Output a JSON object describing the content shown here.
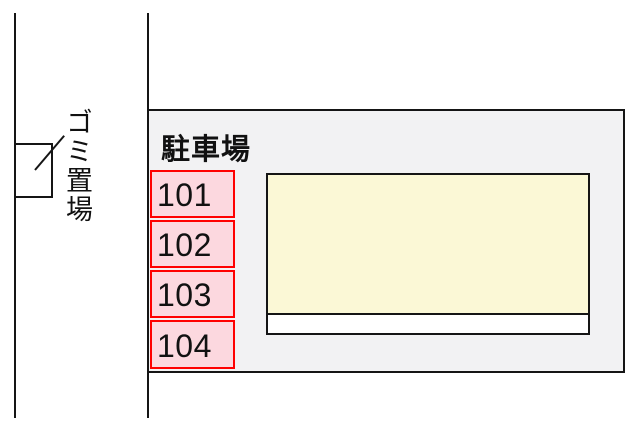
{
  "diagram": {
    "type": "site-plan",
    "background": "#ffffff",
    "line_color": "#151515",
    "garbage": {
      "label": "ゴミ置場"
    },
    "parking": {
      "label": "駐車場",
      "fill": "#f2f2f3",
      "space_fill": "#fcd8df",
      "space_border": "#ff0000",
      "spaces": [
        {
          "label": "101"
        },
        {
          "label": "102"
        },
        {
          "label": "103"
        },
        {
          "label": "104"
        }
      ]
    },
    "building": {
      "fill": "#fbf8d6",
      "strip_fill": "#ffffff"
    }
  }
}
